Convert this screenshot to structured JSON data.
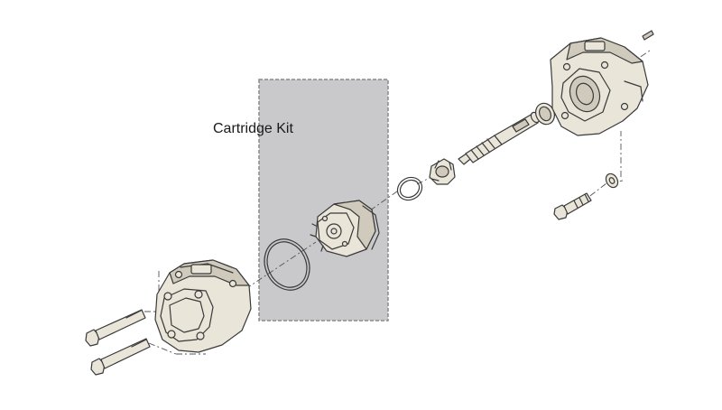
{
  "diagram": {
    "cartridge_kit_label": "Cartridge Kit",
    "colors": {
      "kit_box_fill": "#c9c9cb",
      "kit_box_border": "#8a8a8a",
      "part_fill": "#e9e5d9",
      "part_outline": "#3a3a3a"
    },
    "parts": [
      "front-housing",
      "housing-bolt",
      "o-ring",
      "cartridge",
      "retaining-ring",
      "bearing",
      "drive-shaft",
      "shaft-seal",
      "rear-mounting-flange",
      "flange-screw",
      "washer",
      "key"
    ]
  }
}
